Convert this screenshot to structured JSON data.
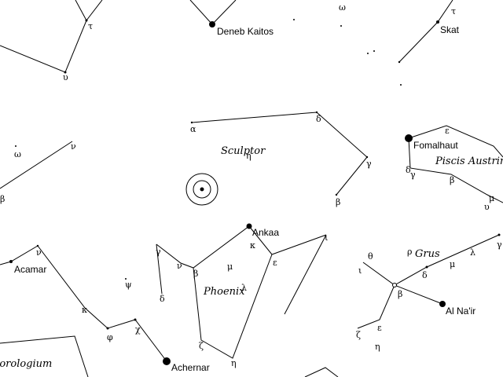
{
  "map": {
    "background": "#ffffff",
    "ink": "#000000",
    "constellation_names": [
      "Sculptor",
      "Phoenix",
      "Grus",
      "Piscis Austrinus",
      "Horologium"
    ],
    "star_names": [
      "Deneb Kaitos",
      "Skat",
      "Fomalhaut",
      "Ankaa",
      "Acamar",
      "Achernar",
      "Al Na'ir"
    ],
    "greek_labels": [
      "τ",
      "υ",
      "ω",
      "ν",
      "β",
      "α",
      "η",
      "δ",
      "γ",
      "β",
      "ε",
      "δ",
      "γ",
      "β",
      "υ",
      "μ",
      "ν",
      "γ",
      "ν",
      "β",
      "μ",
      "κ",
      "ε",
      "λ",
      "δ",
      "ζ",
      "η",
      "κ",
      "φ",
      "χ",
      "ψ",
      "θ",
      "ι",
      "ρ",
      "μ",
      "λ",
      "γ",
      "δ",
      "β",
      "ε",
      "ζ",
      "η",
      "ω",
      "ι",
      "τ"
    ],
    "markers": {
      "galaxy_symbol": "concentric-circles"
    }
  }
}
